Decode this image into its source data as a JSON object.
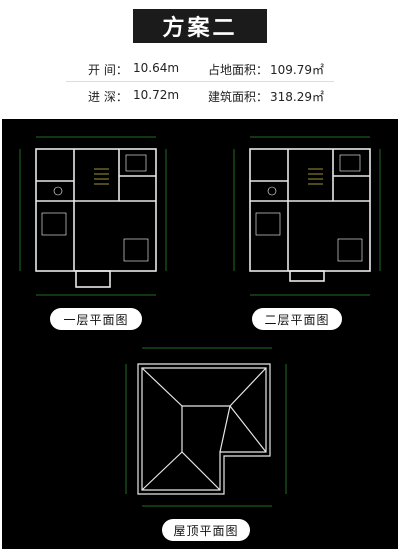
{
  "title": "方案二",
  "specs": {
    "width_label": "开  间：",
    "width_value": "10.64m",
    "land_label": "占地面积：",
    "land_value": "109.79㎡",
    "depth_label": "进  深：",
    "depth_value": "10.72m",
    "build_label": "建筑面积：",
    "build_value": "318.29㎡"
  },
  "plans": {
    "first_floor": "一层平面图",
    "second_floor": "二层平面图",
    "roof": "屋顶平面图"
  },
  "colors": {
    "wall": "#e8e8e8",
    "dimension": "#3fd84a",
    "furniture": "#ffffff",
    "stair": "#e6d34a",
    "background": "#000000"
  }
}
